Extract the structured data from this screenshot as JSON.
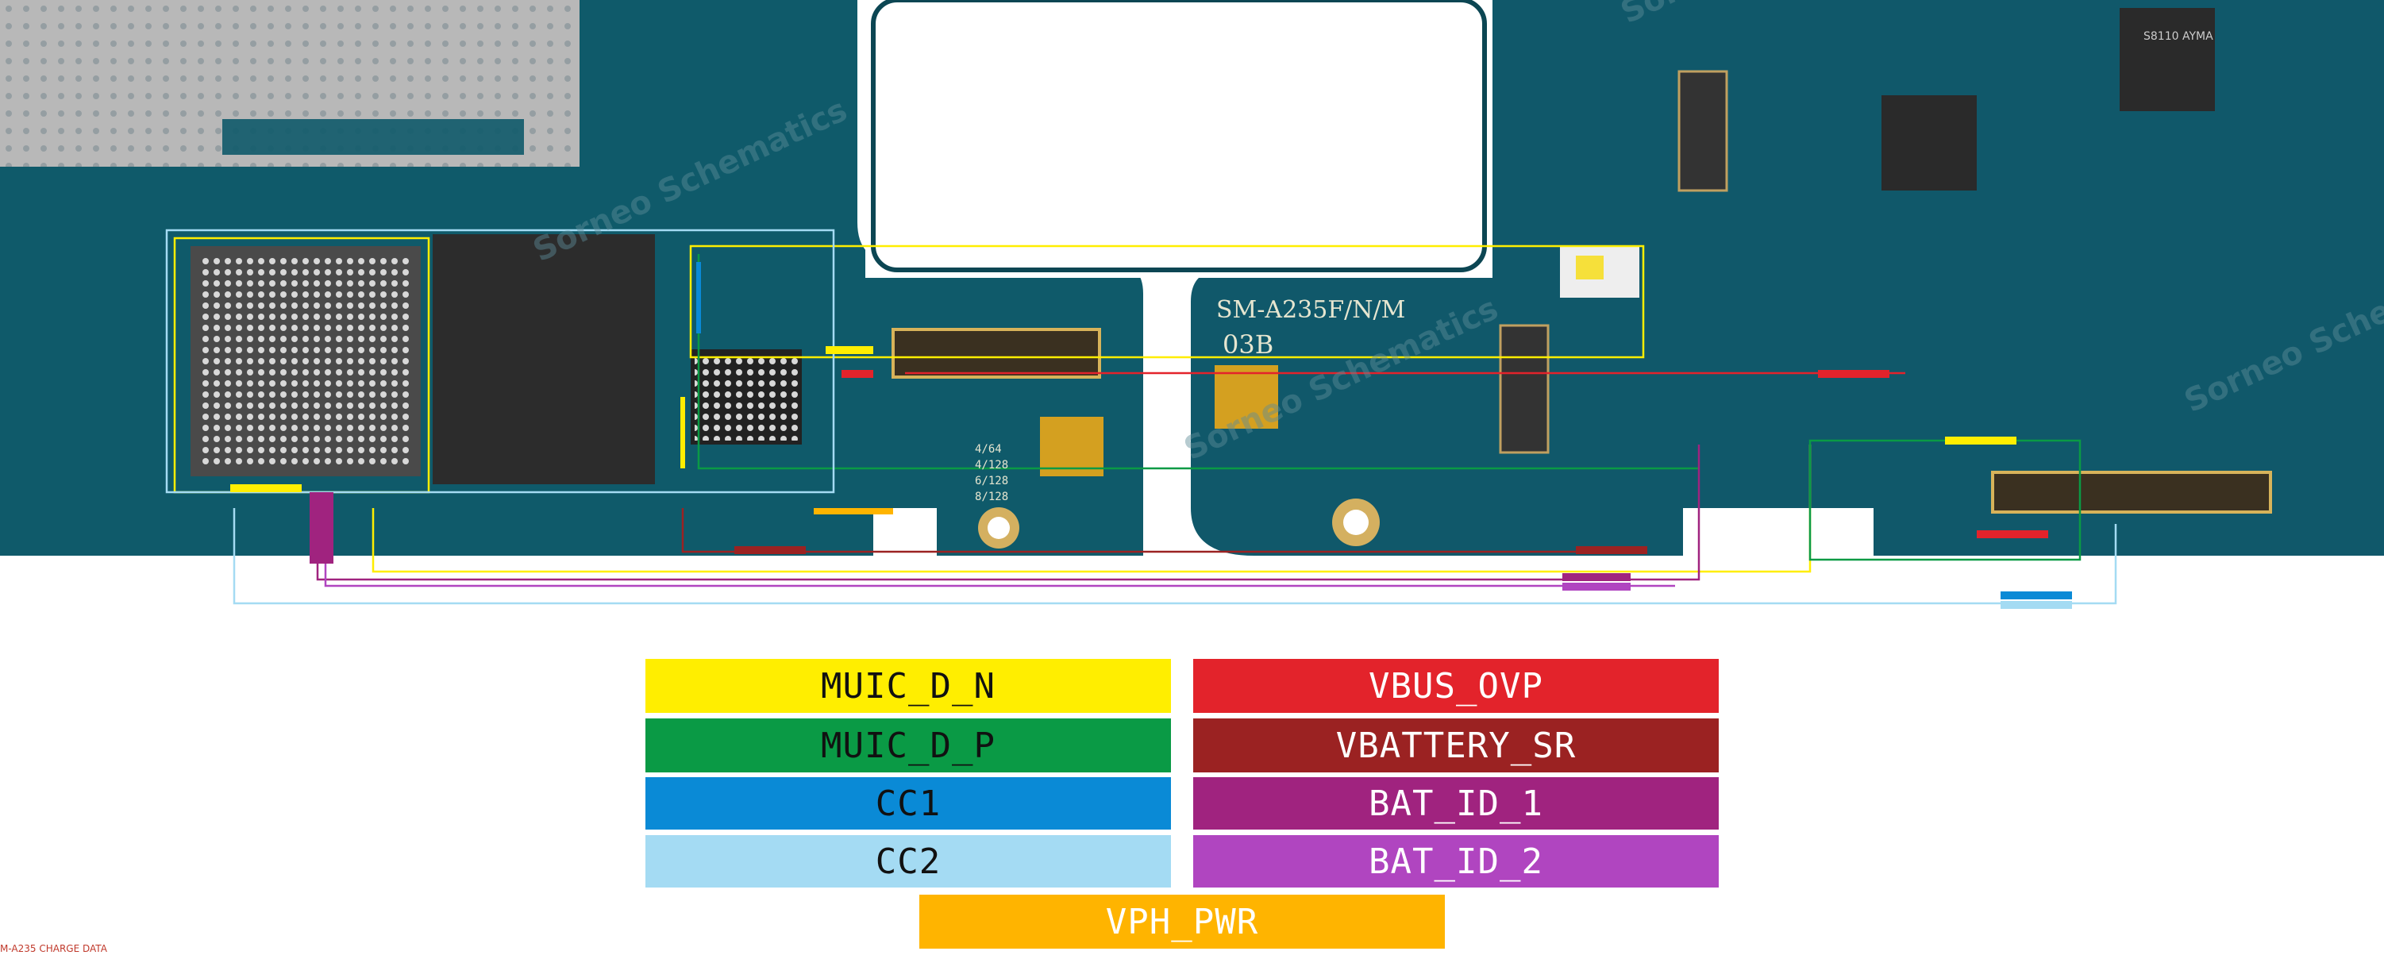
{
  "board": {
    "model_text": "SM-A235F/N/M",
    "revision_text": "03B",
    "memory_text": [
      "4/64",
      "4/128",
      "6/128",
      "8/128"
    ],
    "watermark_text": "Sorneo Schematics",
    "chip_text": "S8110 AYMA",
    "net_tags": {
      "muic_d_n": "MUIC_D_N",
      "vbus_ovp": "VBUS_OVP",
      "vbattery_sr": "VBATTERY_SR",
      "bat_id_1": "BAT_ID_1",
      "bat_id_2": "BAT_ID_2",
      "cc1": "CC1",
      "cc2": "CC2"
    }
  },
  "legend": [
    {
      "label": "MUIC_D_N",
      "color": "#ffee00",
      "text_color": "#111111"
    },
    {
      "label": "VBUS_OVP",
      "color": "#e3232b",
      "text_color": "#ffffff"
    },
    {
      "label": "MUIC_D_P",
      "color": "#0a9a45",
      "text_color": "#111111"
    },
    {
      "label": "VBATTERY_SR",
      "color": "#9b2222",
      "text_color": "#ffffff"
    },
    {
      "label": "CC1",
      "color": "#0a8ad6",
      "text_color": "#111111"
    },
    {
      "label": "BAT_ID_1",
      "color": "#a0237f",
      "text_color": "#ffffff"
    },
    {
      "label": "CC2",
      "color": "#a4dbf3",
      "text_color": "#111111"
    },
    {
      "label": "BAT_ID_2",
      "color": "#b045c0",
      "text_color": "#ffffff"
    },
    {
      "label": "VPH_PWR",
      "color": "#ffb400",
      "text_color": "#ffffff"
    }
  ],
  "footer_text": "M-A235 CHARGE DATA"
}
